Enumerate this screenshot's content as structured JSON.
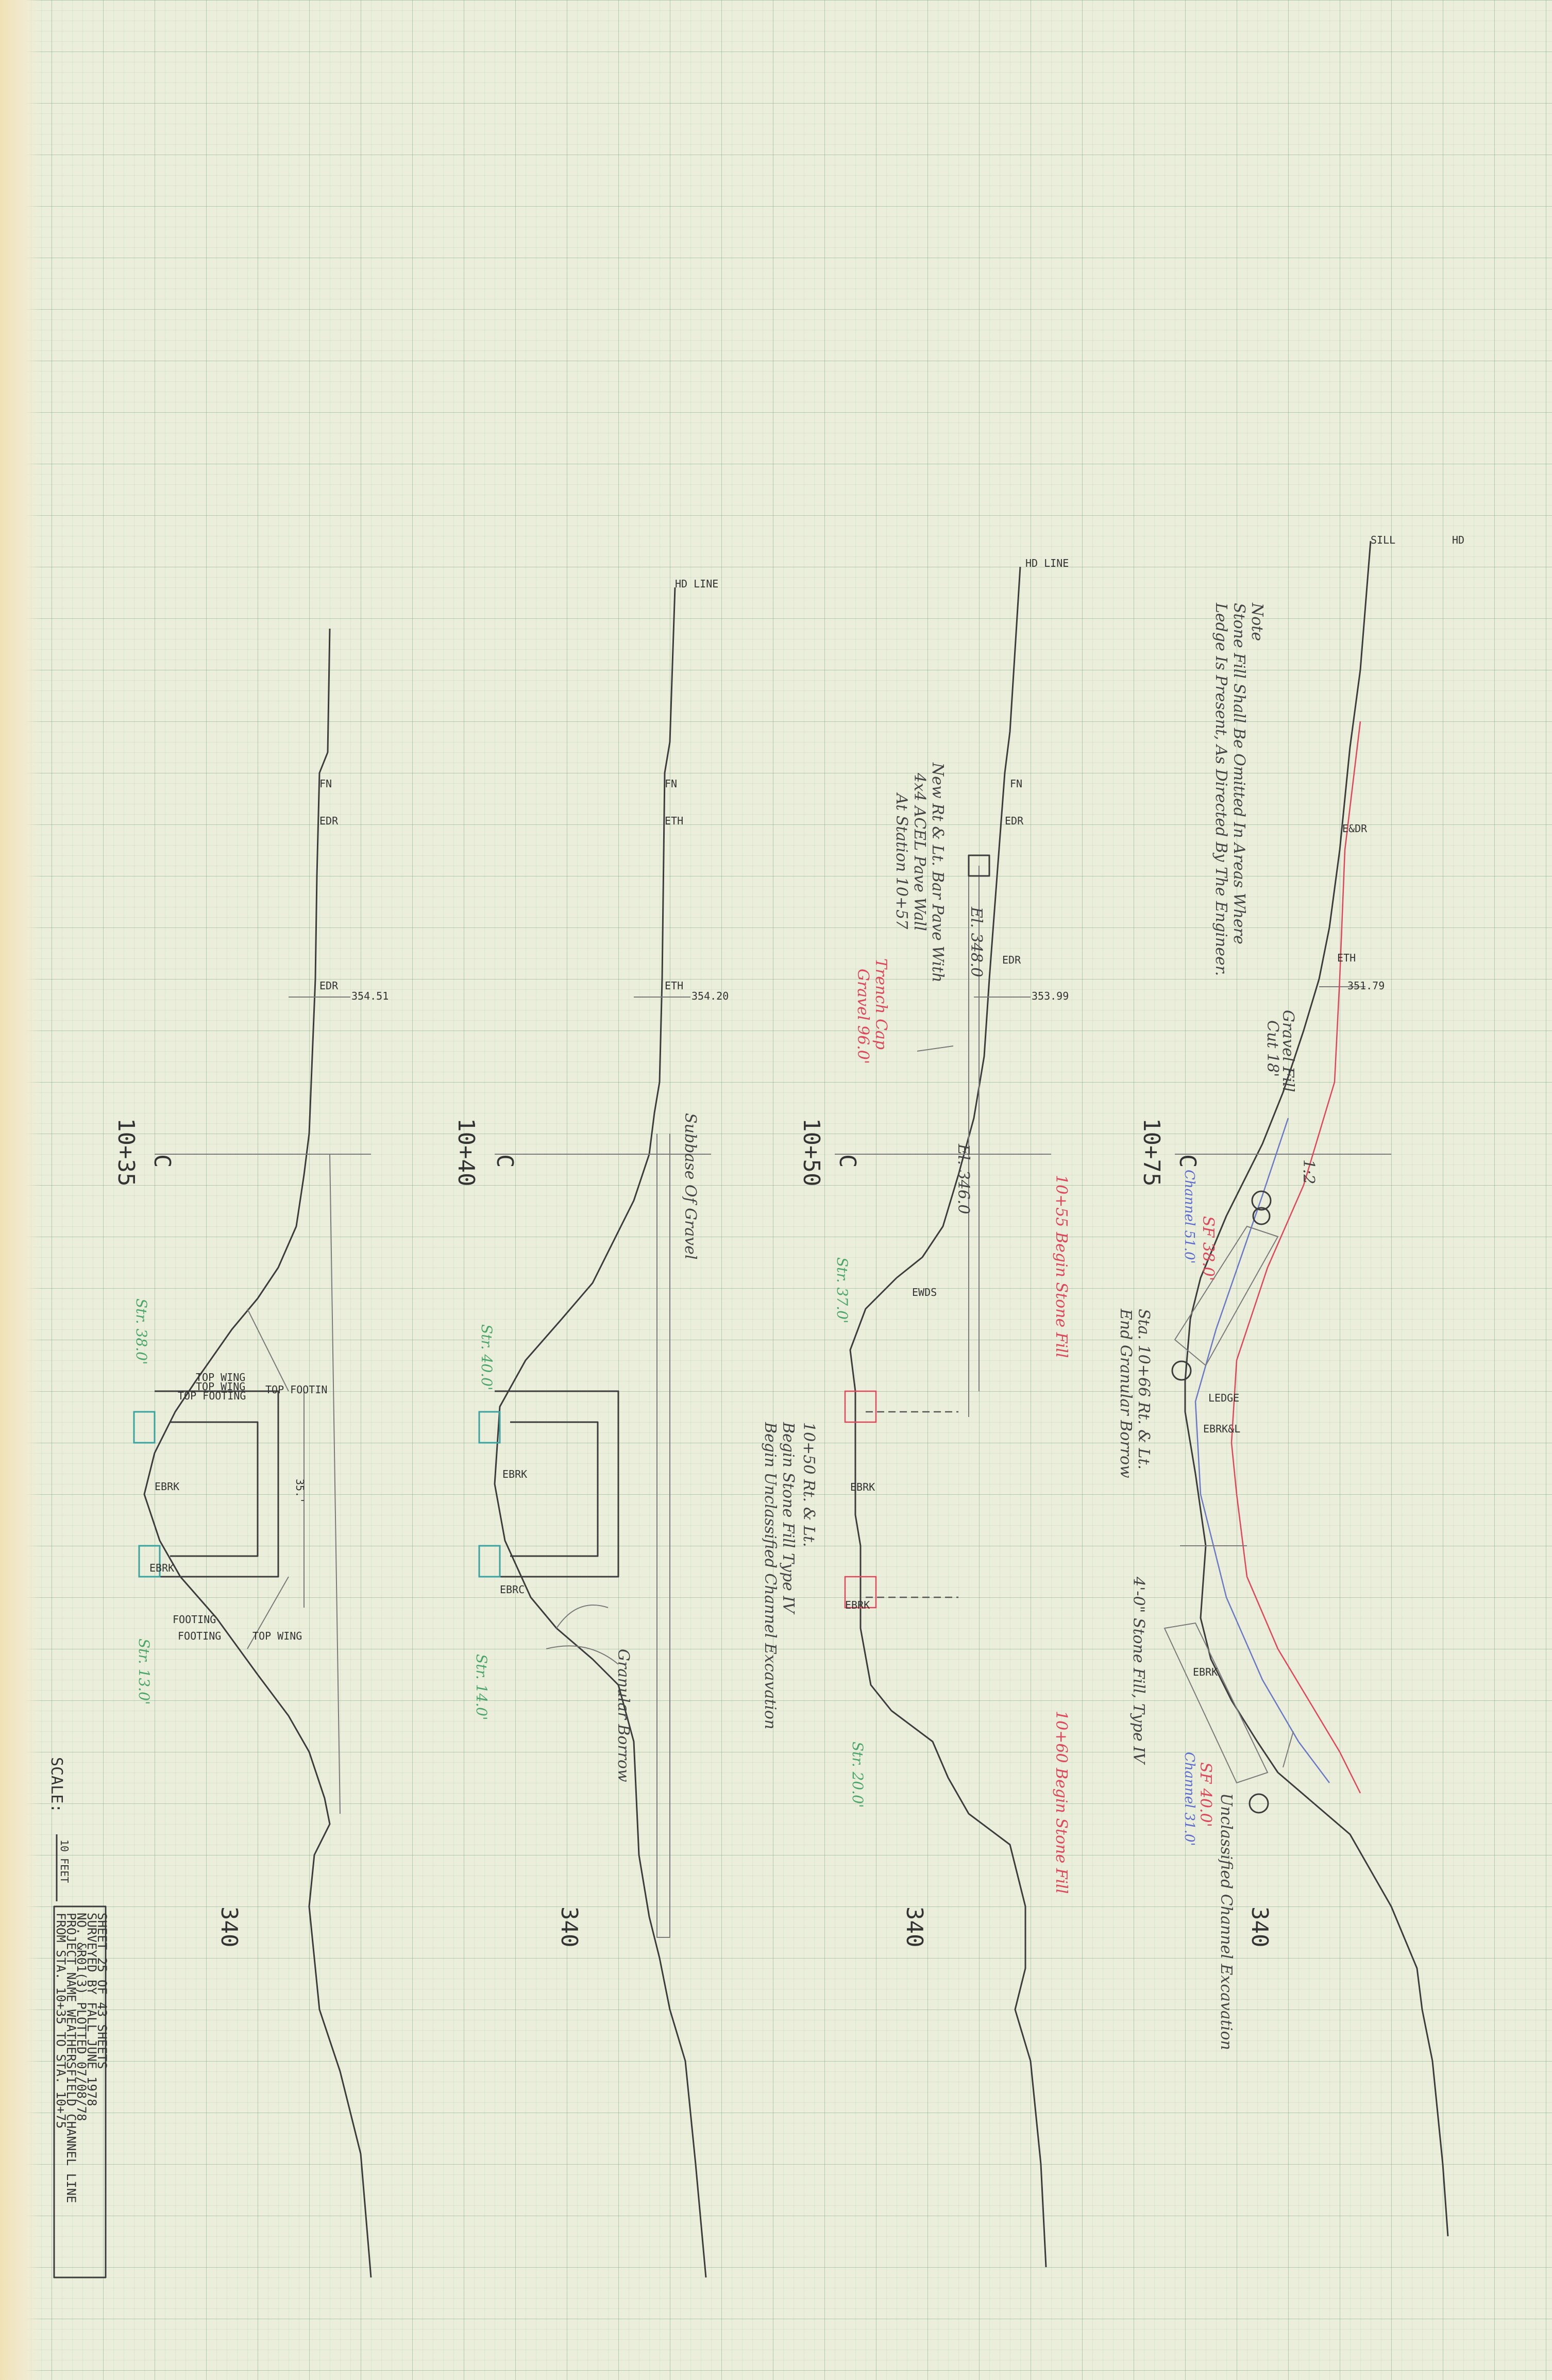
{
  "sections": [
    {
      "station": "10+35",
      "cl_label": "C",
      "elevation_ref": "340",
      "labels": {
        "fn": "FN",
        "edr1": "EDR",
        "edr2": "EDR",
        "elev": "354.51",
        "top_wing1": "TOP WING",
        "top_wing2": "TOP WING",
        "top_footing": "TOP FOOTING",
        "top_footin": "TOP FOOTIN",
        "ebrk1": "EBRK",
        "ebrk2": "EBRK",
        "footing1": "FOOTING",
        "footing2": "FOOTING",
        "top_wing3": "TOP WING",
        "dim": "35.'"
      },
      "notes": {
        "str1": "Str. 38.0'",
        "str2": "Str. 13.0'"
      }
    },
    {
      "station": "10+40",
      "cl_label": "C",
      "elevation_ref": "340",
      "labels": {
        "hd_line": "HD LINE",
        "fn": "FN",
        "eth1": "ETH",
        "eth2": "ETH",
        "elev": "354.20",
        "ebrk1": "EBRK",
        "ebrk2": "EBRC"
      },
      "notes": {
        "subbase": "Subbase  Of  Gravel",
        "granular": "Granular  Borrow",
        "str1": "Str. 40.0'",
        "str2": "Str. 14.0'"
      }
    },
    {
      "station": "10+50",
      "cl_label": "C",
      "elevation_ref": "340",
      "labels": {
        "hd_line": "HD LINE",
        "fn": "FN",
        "edr1": "EDR",
        "edr2": "EDR",
        "elev": "353.99",
        "ewds": "EWDS",
        "ebrk1": "EBRK",
        "ebrk2": "EBRK"
      },
      "notes": {
        "new_rt": "New Rt & Lt. Bar Pave With",
        "new_rt2": "4x4 ACEL Pave Wall",
        "new_rt3": "At Station 10+57",
        "el1": "El. 348.0",
        "el2": "El. 346.0",
        "trench": "Trench Cap",
        "gravel": "Gravel  96.0'",
        "begin1": "10+50 Rt. & Lt.",
        "begin2": "Begin Stone Fill Type IV",
        "begin3": "Begin Unclassified Channel Excavation",
        "str1": "Str. 37.0'",
        "str2": "Str. 20.0'",
        "red1": "10+55 Begin Stone Fill",
        "red2": "10+60 Begin Stone Fill"
      }
    },
    {
      "station": "10+75",
      "cl_label": "C",
      "elevation_ref": "340",
      "labels": {
        "sill": "SILL",
        "hd": "HD",
        "edr": "E&DR",
        "eth": "ETH",
        "elev": "351.79",
        "ledge": "LEDGE",
        "ebrk1": "EBRK&L",
        "ebrk2": "EBRK"
      },
      "notes": {
        "note_title": "Note",
        "note1": "Stone Fill Shall Be Omitted In Areas Where",
        "note2": "Ledge Is Present, As Directed By The Engineer.",
        "gravel": "Gravel Fill",
        "cut": "Cut 18'",
        "sta": "Sta. 10+66 Rt. & Lt.",
        "end": "End Granular Borrow",
        "stone": "4'-0\"  Stone Fill, Type IV",
        "unclass": "Unclassified  Channel  Excavation",
        "channel1": "Channel 51.0'",
        "channel2": "Channel 31.0'",
        "sf1": "SF 38.0'",
        "sf2": "SF 40.0'",
        "two": "1:2"
      }
    }
  ],
  "scale_label": "SCALE:",
  "scale_value": "10 FEET",
  "title_block": {
    "line1": "FROM STA. 10+35          TO STA. 10+75",
    "line2": "PROJECT NAME   WEATHERSFIELD   CHANNEL LINE",
    "line3": "NO.   &R01(3)                PLOTTED 07/08/78",
    "line4": "SURVEYED BY     FALL          JUNE 1978",
    "line5": "SHEET 25 OF 43 SHEETS"
  },
  "colors": {
    "paper": "#ebeedb",
    "grid": "#6aa07a",
    "pencil": "#3c3c3c",
    "red": "#e0455a",
    "green": "#4aa56a",
    "blue": "#5a6ad0"
  }
}
